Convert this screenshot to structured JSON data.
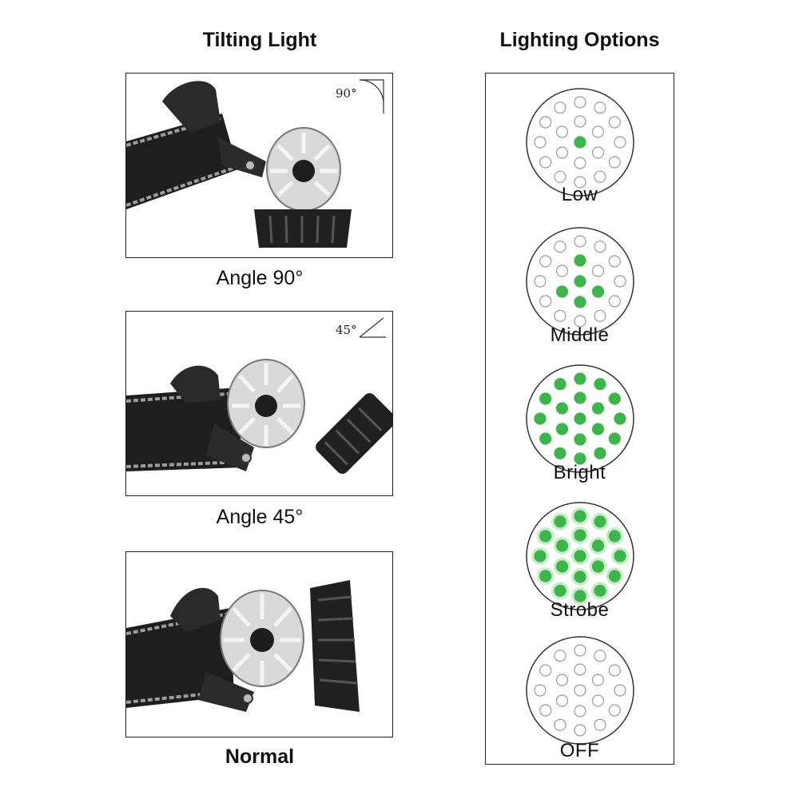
{
  "left": {
    "heading": "Tilting Light",
    "panels": [
      {
        "angle_mark": "90°",
        "caption": "Angle 90°"
      },
      {
        "angle_mark": "45°",
        "caption": "Angle 45°"
      },
      {
        "angle_mark": "",
        "caption": "Normal"
      }
    ]
  },
  "right": {
    "heading": "Lighting Options",
    "options": [
      {
        "label": "Low",
        "lit": [
          9
        ]
      },
      {
        "label": "Middle",
        "lit": [
          11,
          12,
          13,
          14,
          9
        ]
      },
      {
        "label": "Bright",
        "lit": [
          0,
          1,
          2,
          3,
          4,
          5,
          6,
          7,
          8,
          9,
          10,
          11,
          12,
          13,
          14,
          15,
          16,
          17,
          18
        ]
      },
      {
        "label": "Strobe",
        "lit": [
          0,
          1,
          2,
          3,
          4,
          5,
          6,
          7,
          8,
          9,
          10,
          11,
          12,
          13,
          14,
          15,
          16,
          17,
          18
        ],
        "glow": true
      },
      {
        "label": "OFF",
        "lit": []
      }
    ]
  },
  "colors": {
    "led_on": "#3cb64a",
    "led_glow": "#a8dfa9",
    "led_off_stroke": "#9a9a9a",
    "strap": "#1e1e1e",
    "strap_edge": "#9c9c9c"
  }
}
